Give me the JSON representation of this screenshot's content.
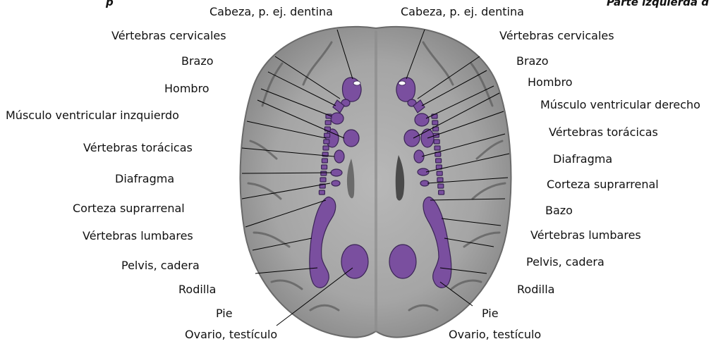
{
  "header": {
    "left_text": "p",
    "right_text": "Parte izquierda d"
  },
  "colors": {
    "organ_fill": "#7a4f9f",
    "organ_stroke": "#3a2455",
    "brain_base": "#a7a7a7",
    "leader_line": "#000000"
  },
  "left_labels": [
    "Cabeza, p. ej. dentina",
    "Vértebras cervicales",
    "Brazo",
    "Hombro",
    "Músculo ventricular inzquierdo",
    "Vértebras torácicas",
    "Diafragma",
    "Corteza suprarrenal",
    "Vértebras lumbares",
    "Pelvis, cadera",
    "Rodilla",
    "Pie",
    "Ovario, testículo"
  ],
  "right_labels": [
    "Cabeza, p. ej. dentina",
    "Vértebras cervicales",
    "Brazo",
    "Hombro",
    "Músculo ventricular derecho",
    "Vértebras torácicas",
    "Diafragma",
    "Corteza suprarrenal",
    "Bazo",
    "Vértebras lumbares",
    "Pelvis, cadera",
    "Rodilla",
    "Pie",
    "Ovario, testículo"
  ]
}
